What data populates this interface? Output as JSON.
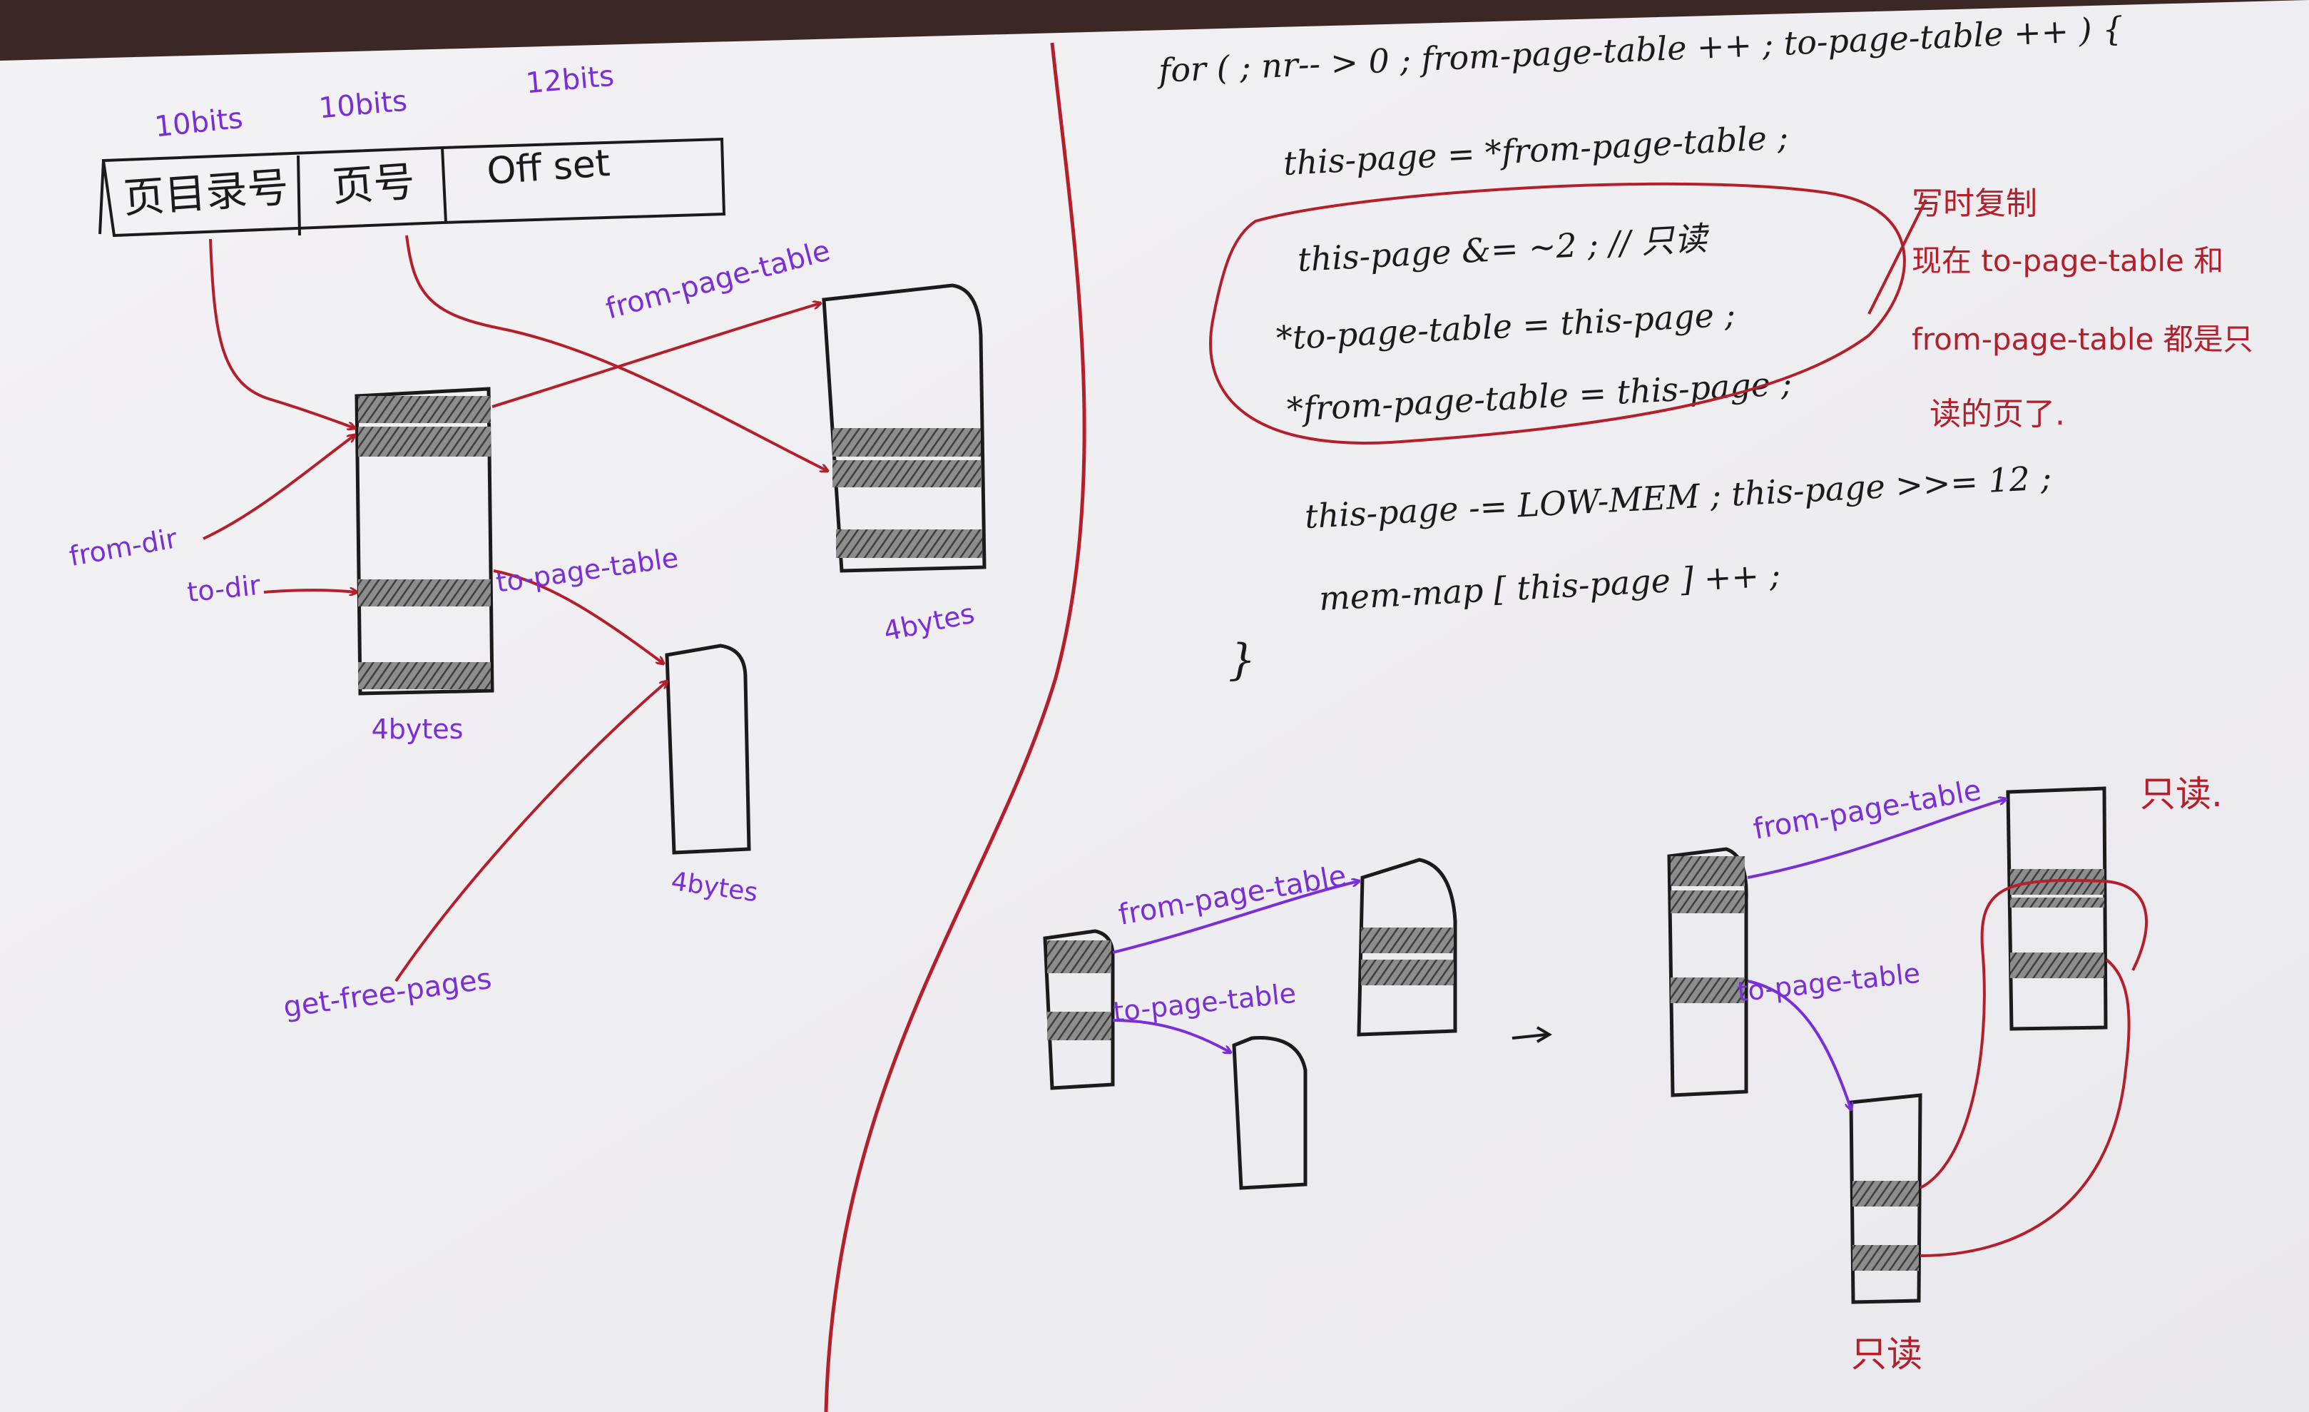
{
  "address": {
    "bits": [
      "10bits",
      "10bits",
      "12bits"
    ],
    "fields": [
      "页目录号",
      "页号",
      "Off set"
    ]
  },
  "left_labels": {
    "from_page_table": "from-page-table",
    "from_dir": "from-dir",
    "to_dir": "to-dir",
    "to_page_table": "to-page-table",
    "get_free_pages": "get-free-pages",
    "size_dir": "4bytes",
    "size_from_table": "4bytes",
    "size_to_table": "4bytes"
  },
  "code": {
    "line1": "for ( ; nr-- > 0 ; from-page-table ++ ; to-page-table ++ ) {",
    "line2": "this-page = *from-page-table ;",
    "line3": "this-page &= ~2 ;   // 只读",
    "line4": "*to-page-table = this-page ;",
    "line5": "*from-page-table = this-page ;",
    "line6": "this-page -= LOW-MEM ;  this-page >>= 12 ;",
    "line7": "mem-map [ this-page ] ++ ;",
    "line8": "}"
  },
  "note": {
    "line1": "写时复制",
    "line2": "现在 to-page-table 和",
    "line3": "from-page-table 都是只",
    "line4": "读的页了."
  },
  "bottom": {
    "from_page_table_a": "from-page-table",
    "to_page_table_a": "to-page-table",
    "from_page_table_b": "from-page-table",
    "to_page_table_b": "to-page-table",
    "readonly_top": "只读.",
    "readonly_bottom": "只读"
  },
  "colors": {
    "ink": "#1b1b1b",
    "red": "#b3202c",
    "purple": "#7a2fd6",
    "paper": "#f1f0f3",
    "hatch": "#6e6e6e"
  }
}
